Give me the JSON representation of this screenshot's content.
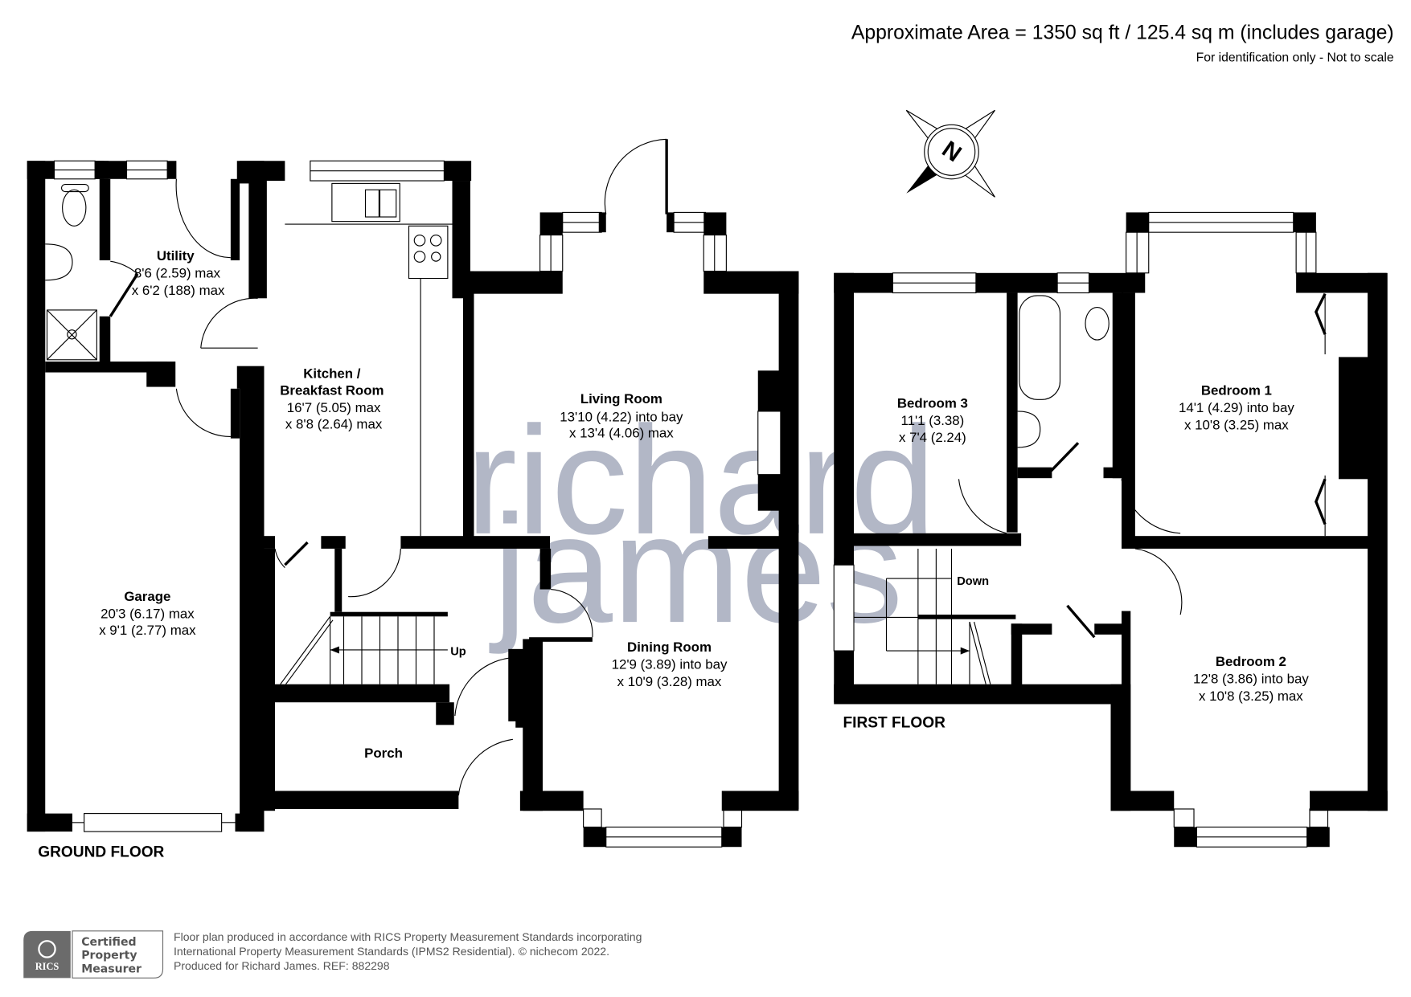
{
  "header": {
    "area": "Approximate Area = 1350 sq ft / 125.4 sq m (includes garage)",
    "disclaimer": "For identification only - Not to scale"
  },
  "watermark": {
    "line1": "richard",
    "line2": "james",
    "color": "#b2b7c6"
  },
  "compass": {
    "label": "N"
  },
  "ground_floor": {
    "label": "GROUND FLOOR",
    "rooms": [
      {
        "name": "Utility",
        "dim1": "8'6 (2.59) max",
        "dim2": "x 6'2 (188) max"
      },
      {
        "name_line1": "Kitchen /",
        "name_line2": "Breakfast Room",
        "dim1": "16'7 (5.05) max",
        "dim2": "x 8'8 (2.64) max"
      },
      {
        "name": "Living Room",
        "dim1": "13'10 (4.22) into bay",
        "dim2": "x 13'4 (4.06) max"
      },
      {
        "name": "Garage",
        "dim1": "20'3 (6.17) max",
        "dim2": "x 9'1 (2.77) max"
      },
      {
        "name": "Dining Room",
        "dim1": "12'9 (3.89) into bay",
        "dim2": "x 10'9 (3.28) max"
      },
      {
        "name": "Porch"
      }
    ],
    "stairs_label": "Up"
  },
  "first_floor": {
    "label": "FIRST FLOOR",
    "rooms": [
      {
        "name": "Bedroom 3",
        "dim1": "11'1 (3.38)",
        "dim2": "x 7'4 (2.24)"
      },
      {
        "name": "Bedroom 1",
        "dim1": "14'1 (4.29) into bay",
        "dim2": "x 10'8 (3.25) max"
      },
      {
        "name": "Bedroom 2",
        "dim1": "12'8 (3.86) into bay",
        "dim2": "x 10'8 (3.25) max"
      }
    ],
    "stairs_label": "Down"
  },
  "footer": {
    "badge_org": "RICS",
    "badge_line1": "Certified",
    "badge_line2": "Property",
    "badge_line3": "Measurer",
    "line1": "Floor plan produced in accordance with RICS Property Measurement Standards incorporating",
    "line2": "International Property Measurement Standards (IPMS2 Residential).   © nichecom 2022.",
    "line3": "Produced for Richard James.   REF:  882298"
  }
}
